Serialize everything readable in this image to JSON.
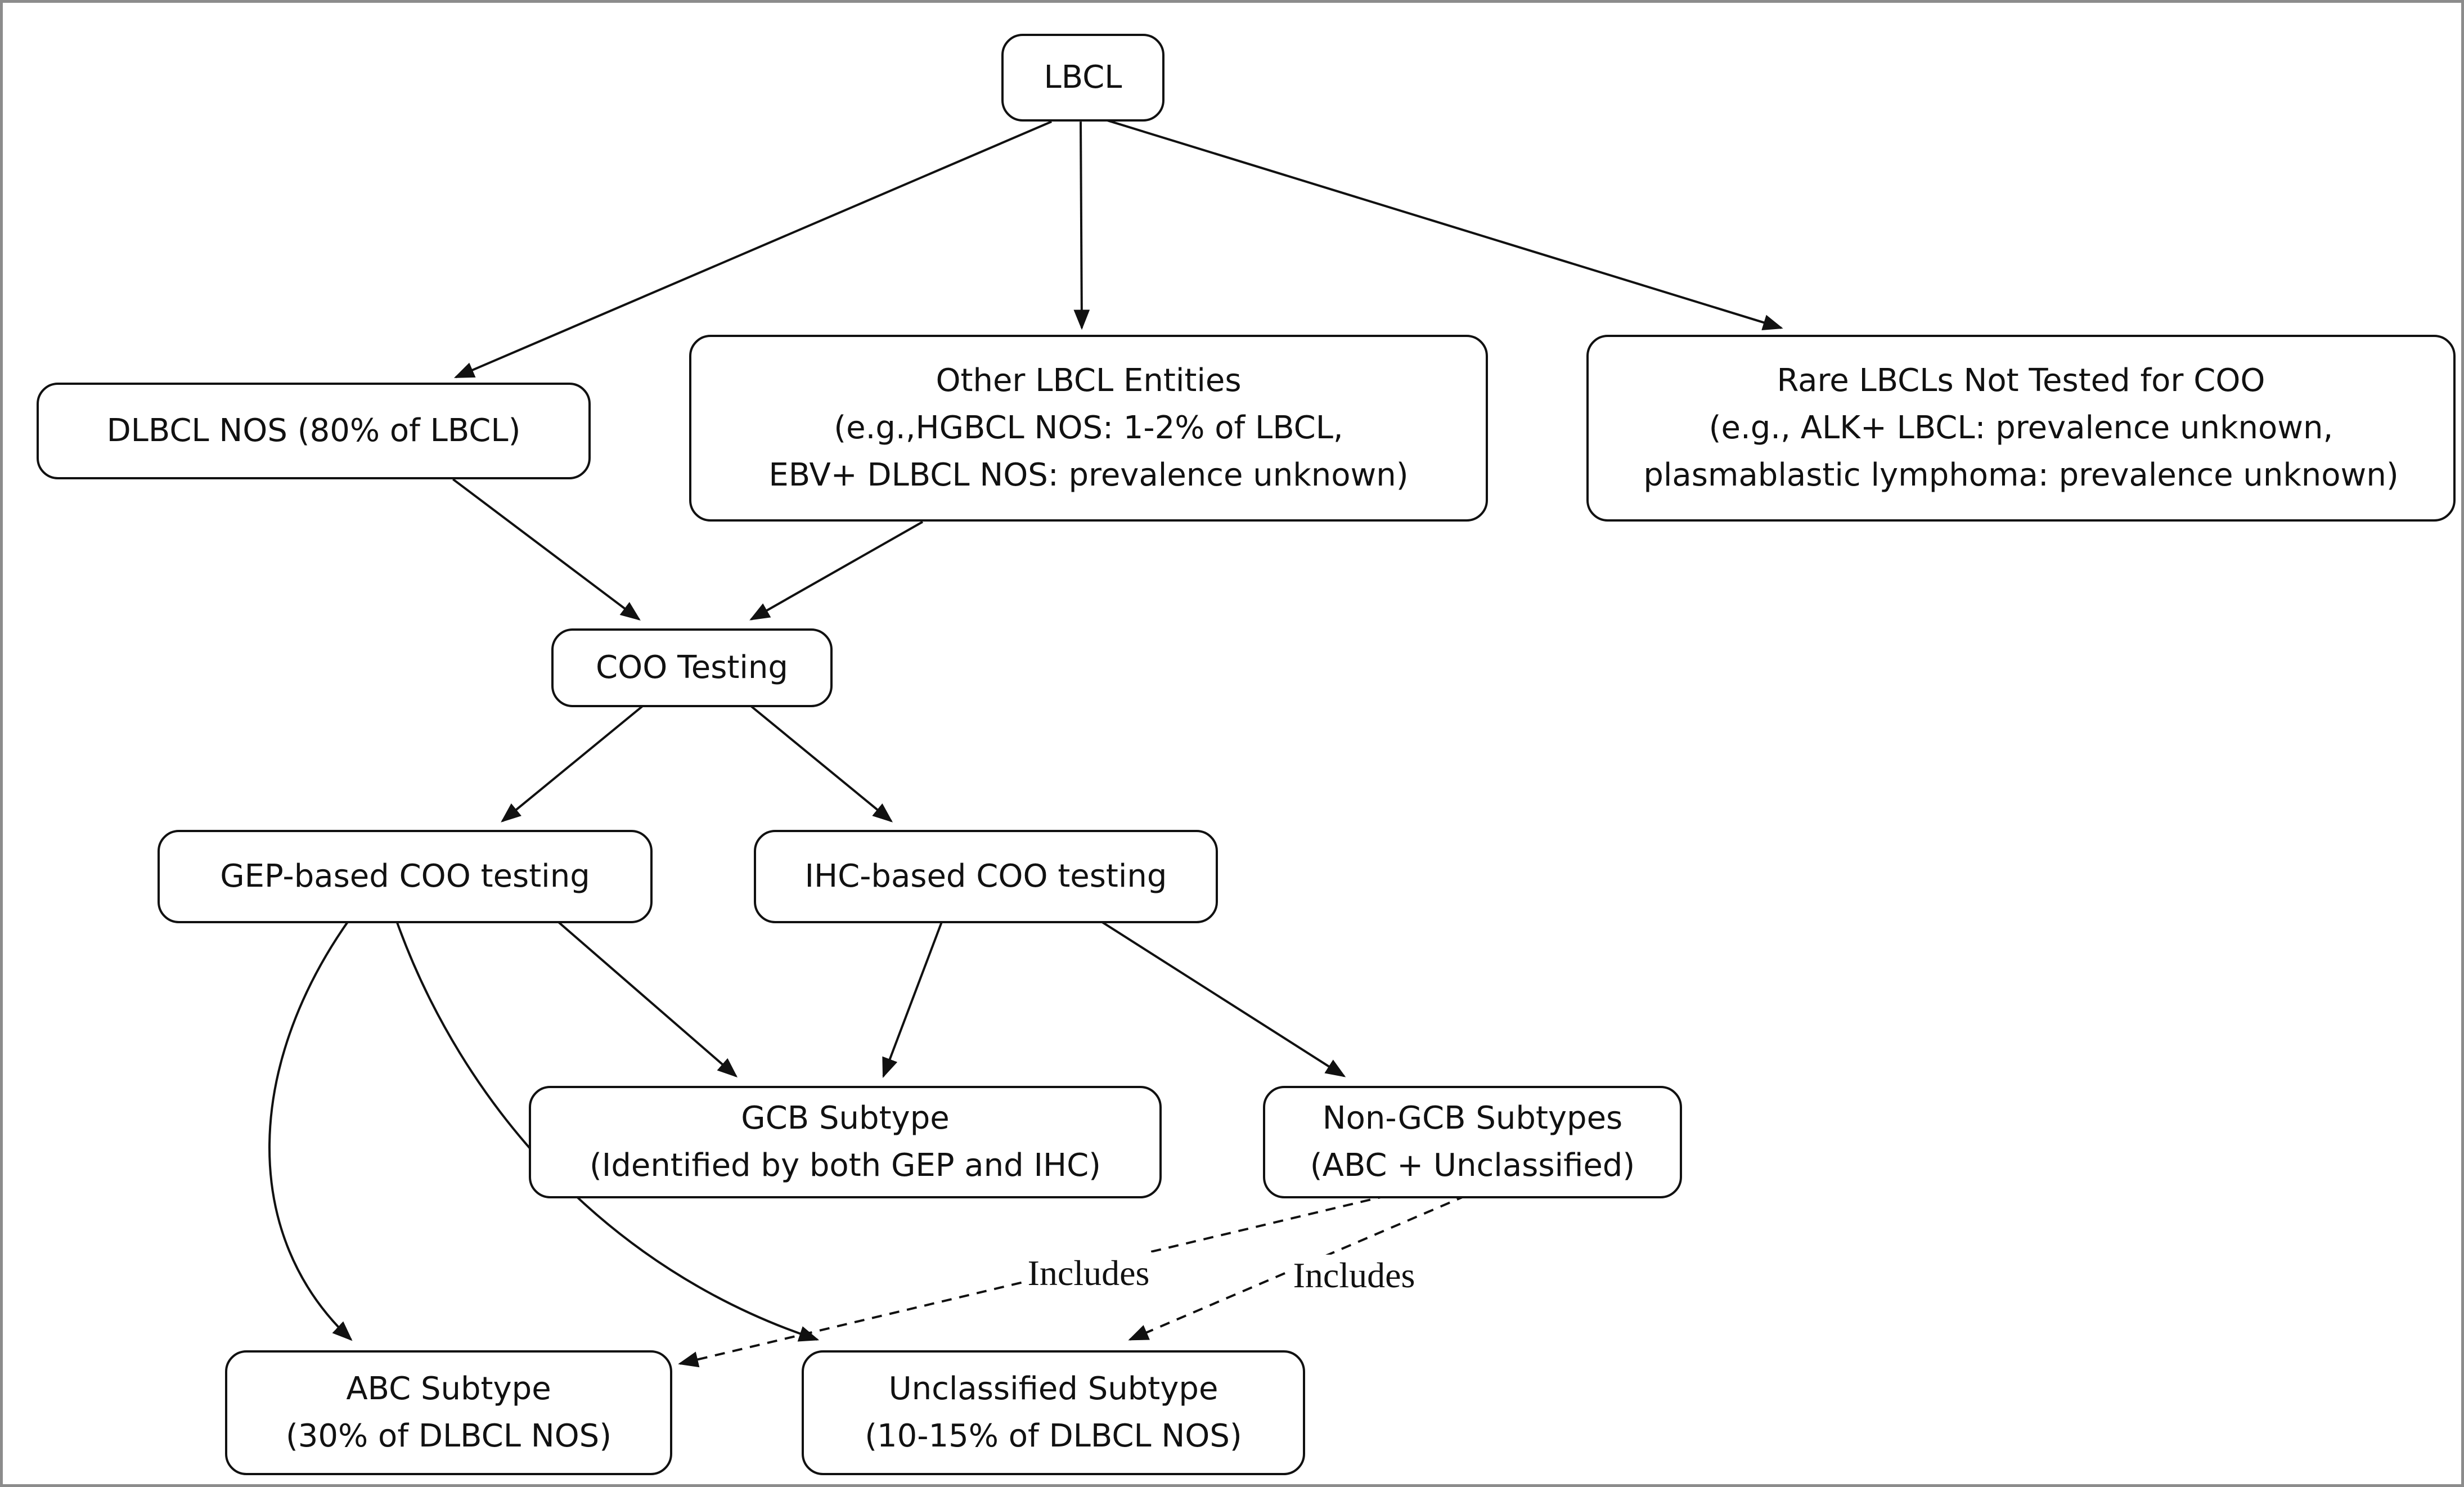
{
  "diagram": {
    "nodes": {
      "lbcl": {
        "lines": [
          "LBCL"
        ]
      },
      "dlbcl_nos": {
        "lines": [
          "DLBCL NOS (80% of LBCL)"
        ]
      },
      "other_entities": {
        "lines": [
          "Other LBCL Entities",
          "(e.g.,HGBCL NOS: 1-2% of LBCL,",
          "EBV+ DLBCL NOS: prevalence unknown)"
        ]
      },
      "rare_lbcls": {
        "lines": [
          "Rare LBCLs Not Tested for COO",
          "(e.g., ALK+ LBCL: prevalence unknown,",
          "plasmablastic lymphoma: prevalence unknown)"
        ]
      },
      "coo_testing": {
        "lines": [
          "COO Testing"
        ]
      },
      "gep_testing": {
        "lines": [
          "GEP-based COO testing"
        ]
      },
      "ihc_testing": {
        "lines": [
          "IHC-based COO testing"
        ]
      },
      "gcb_subtype": {
        "lines": [
          "GCB Subtype",
          "(Identified by both GEP and IHC)"
        ]
      },
      "non_gcb": {
        "lines": [
          "Non-GCB Subtypes",
          "(ABC + Unclassified)"
        ]
      },
      "abc_subtype": {
        "lines": [
          "ABC Subtype",
          "(30% of DLBCL NOS)"
        ]
      },
      "unclassified": {
        "lines": [
          "Unclassified Subtype",
          "(10-15% of DLBCL NOS)"
        ]
      }
    },
    "edge_labels": {
      "includes_abc": "Includes",
      "includes_unclassified": "Includes"
    },
    "colors": {
      "box_border": "#111111",
      "box_fill": "#ffffff",
      "arrow": "#111111",
      "page_border": "#8c8c8c",
      "background": "#ffffff"
    }
  }
}
